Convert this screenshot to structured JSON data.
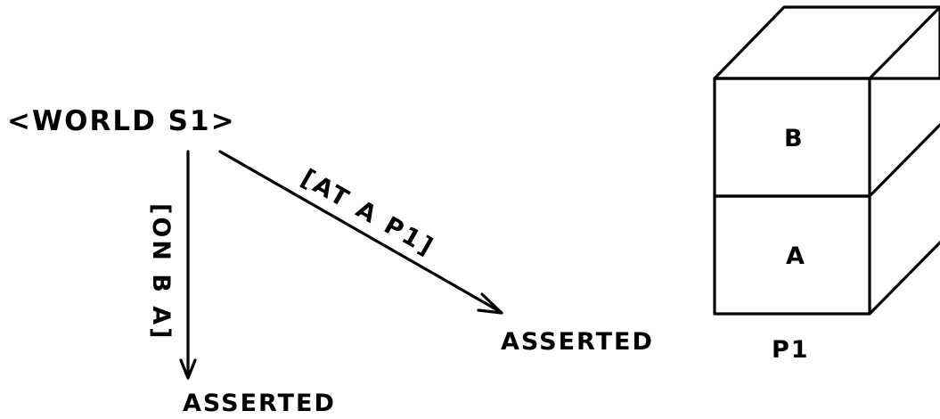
{
  "diagram": {
    "node_world": "<WORLD S1>",
    "edge_vertical_label": "[ON B A]",
    "edge_diagonal_label": "[AT A P1]",
    "node_asserted_bottom": "ASSERTED",
    "node_asserted_right": "ASSERTED"
  },
  "blocks": {
    "top_block_label": "B",
    "bottom_block_label": "A",
    "base_label": "P1"
  }
}
